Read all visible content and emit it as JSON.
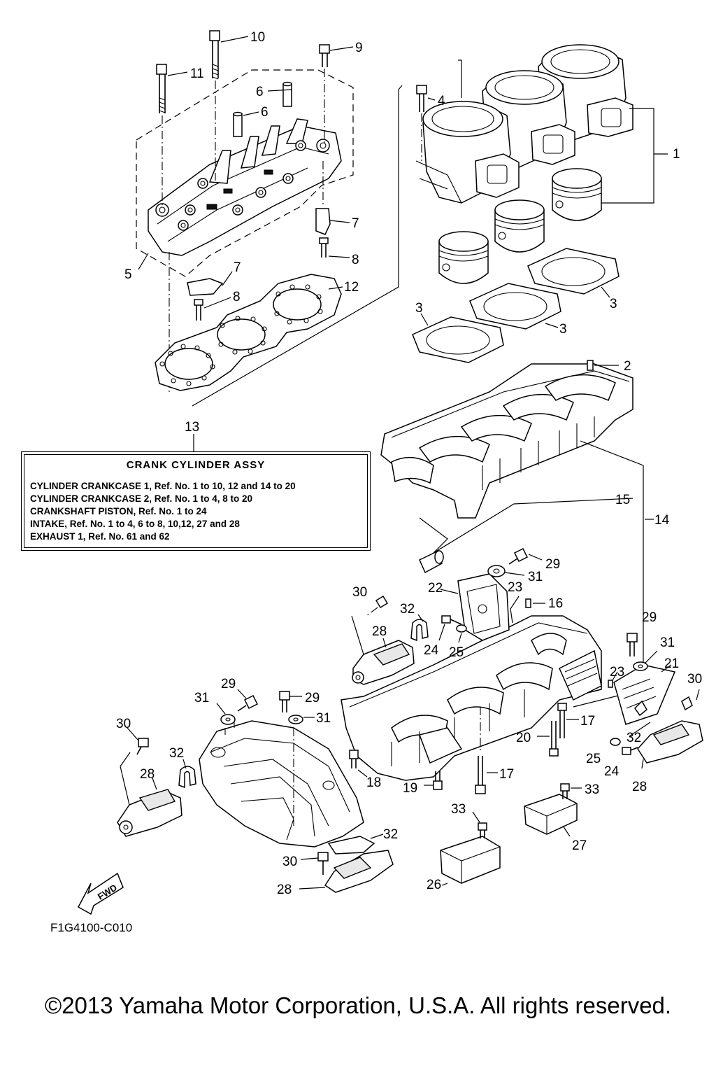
{
  "diagram": {
    "callouts": [
      "10",
      "9",
      "11",
      "6",
      "4",
      "6",
      "1",
      "5",
      "7",
      "7",
      "8",
      "8",
      "12",
      "3",
      "3",
      "3",
      "2",
      "13",
      "15",
      "14",
      "29",
      "31",
      "22",
      "23",
      "16",
      "30",
      "32",
      "28",
      "24",
      "25",
      "29",
      "31",
      "21",
      "23",
      "30",
      "29",
      "29",
      "31",
      "31",
      "30",
      "32",
      "28",
      "17",
      "20",
      "32",
      "25",
      "24",
      "28",
      "18",
      "19",
      "17",
      "33",
      "33",
      "27",
      "32",
      "30",
      "28",
      "26"
    ],
    "assembly_box": {
      "title": "CRANK  CYLINDER  ASSY",
      "lines": [
        "CYLINDER CRANKCASE 1,  Ref. No. 1 to 10, 12 and 14 to 20",
        "CYLINDER CRANKCASE 2,  Ref. No. 1 to 4, 8 to 20",
        "CRANKSHAFT PISTON,   Ref. No. 1 to 24",
        "INTAKE, Ref. No. 1 to 4, 6 to 8, 10,12, 27 and 28",
        "EXHAUST 1, Ref. No. 61 and 62"
      ]
    },
    "fwd_label": "FWD",
    "drawing_code": "F1G4100-C010"
  },
  "footer": {
    "copyright": "©2013 Yamaha Motor Corporation, U.S.A. All rights reserved."
  }
}
